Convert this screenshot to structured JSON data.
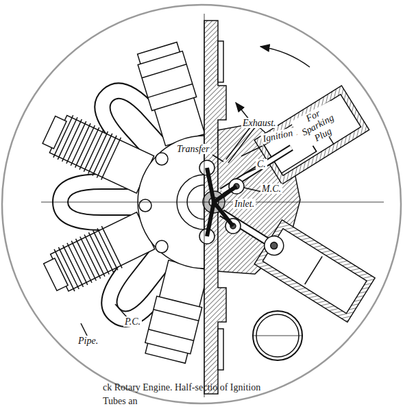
{
  "diagram": {
    "caption": "ck Rotary Engine. Half-sectio of Ignition Tubes an",
    "labels": [
      "Exhaust.",
      "Ignition Tubes.",
      "Transfer",
      "C.",
      "For Sparking Plug",
      "M.C.",
      "Inlet.",
      "P.C.",
      "Pipe."
    ]
  }
}
